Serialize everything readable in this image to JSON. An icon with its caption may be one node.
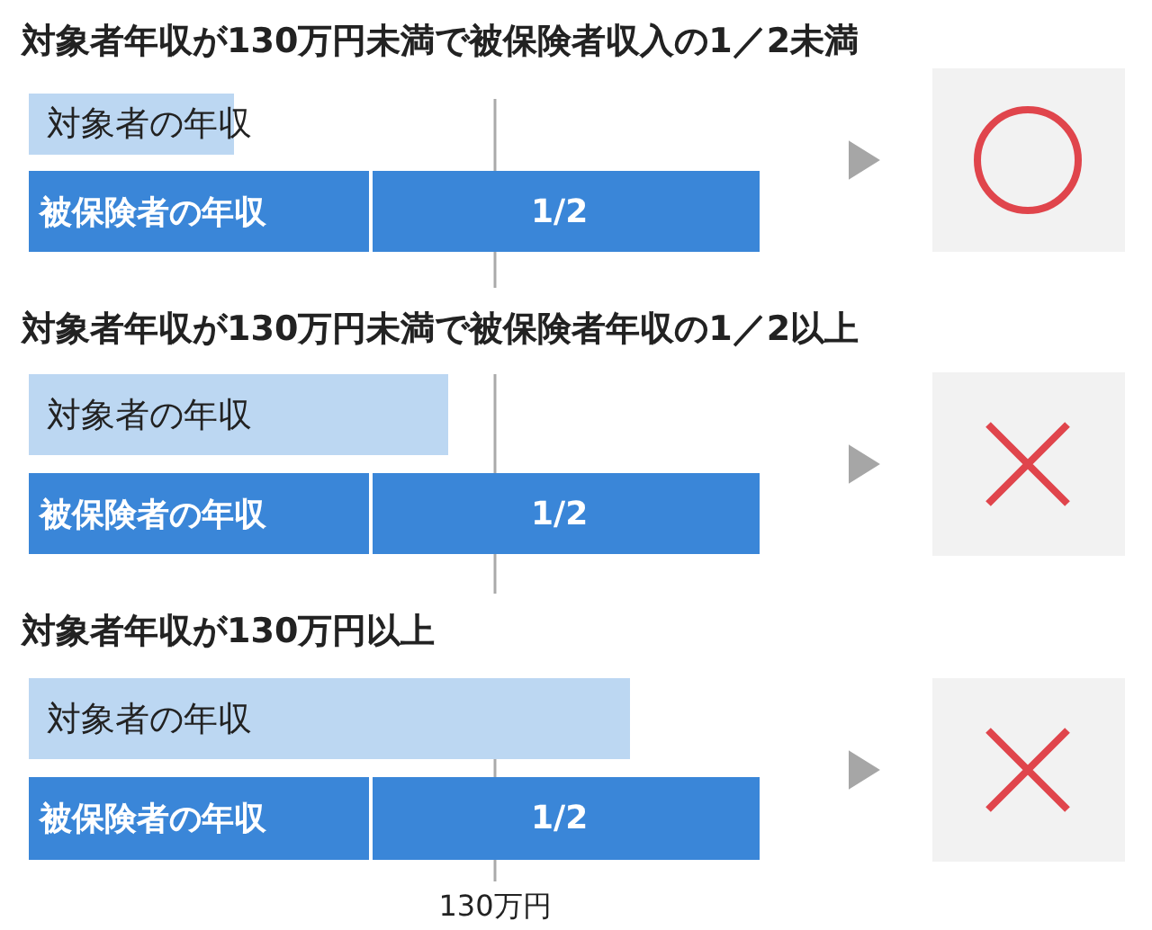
{
  "diagram": {
    "nodes": [
      {
        "text": [
          "対象者の年収"
        ]
      },
      {
        "text": [
          "被保険者の年収",
          "1/2"
        ]
      },
      {
        "text": [],
        "shape": "circle"
      },
      {
        "text": [
          "対象者の年収"
        ]
      },
      {
        "text": [
          "被保険者の年収",
          "1/2"
        ]
      },
      {
        "text": [],
        "shape": "cross"
      },
      {
        "text": [
          "対象者の年収"
        ]
      },
      {
        "text": [
          "被保険者の年収",
          "1/2"
        ]
      },
      {
        "text": [],
        "shape": "cross"
      }
    ],
    "edges": [
      {
        "from": null,
        "to": 2,
        "arrow": "to"
      },
      {
        "from": null,
        "to": 5,
        "arrow": "to"
      },
      {
        "from": null,
        "to": 8,
        "arrow": "to"
      }
    ],
    "labels": [
      "対象者年収が130万円未満で被保険者収入の1／2未満",
      "対象者年収が130万円未満で被保険者年収の1／2以上",
      "対象者年収が130万円以上",
      "130万円"
    ]
  }
}
